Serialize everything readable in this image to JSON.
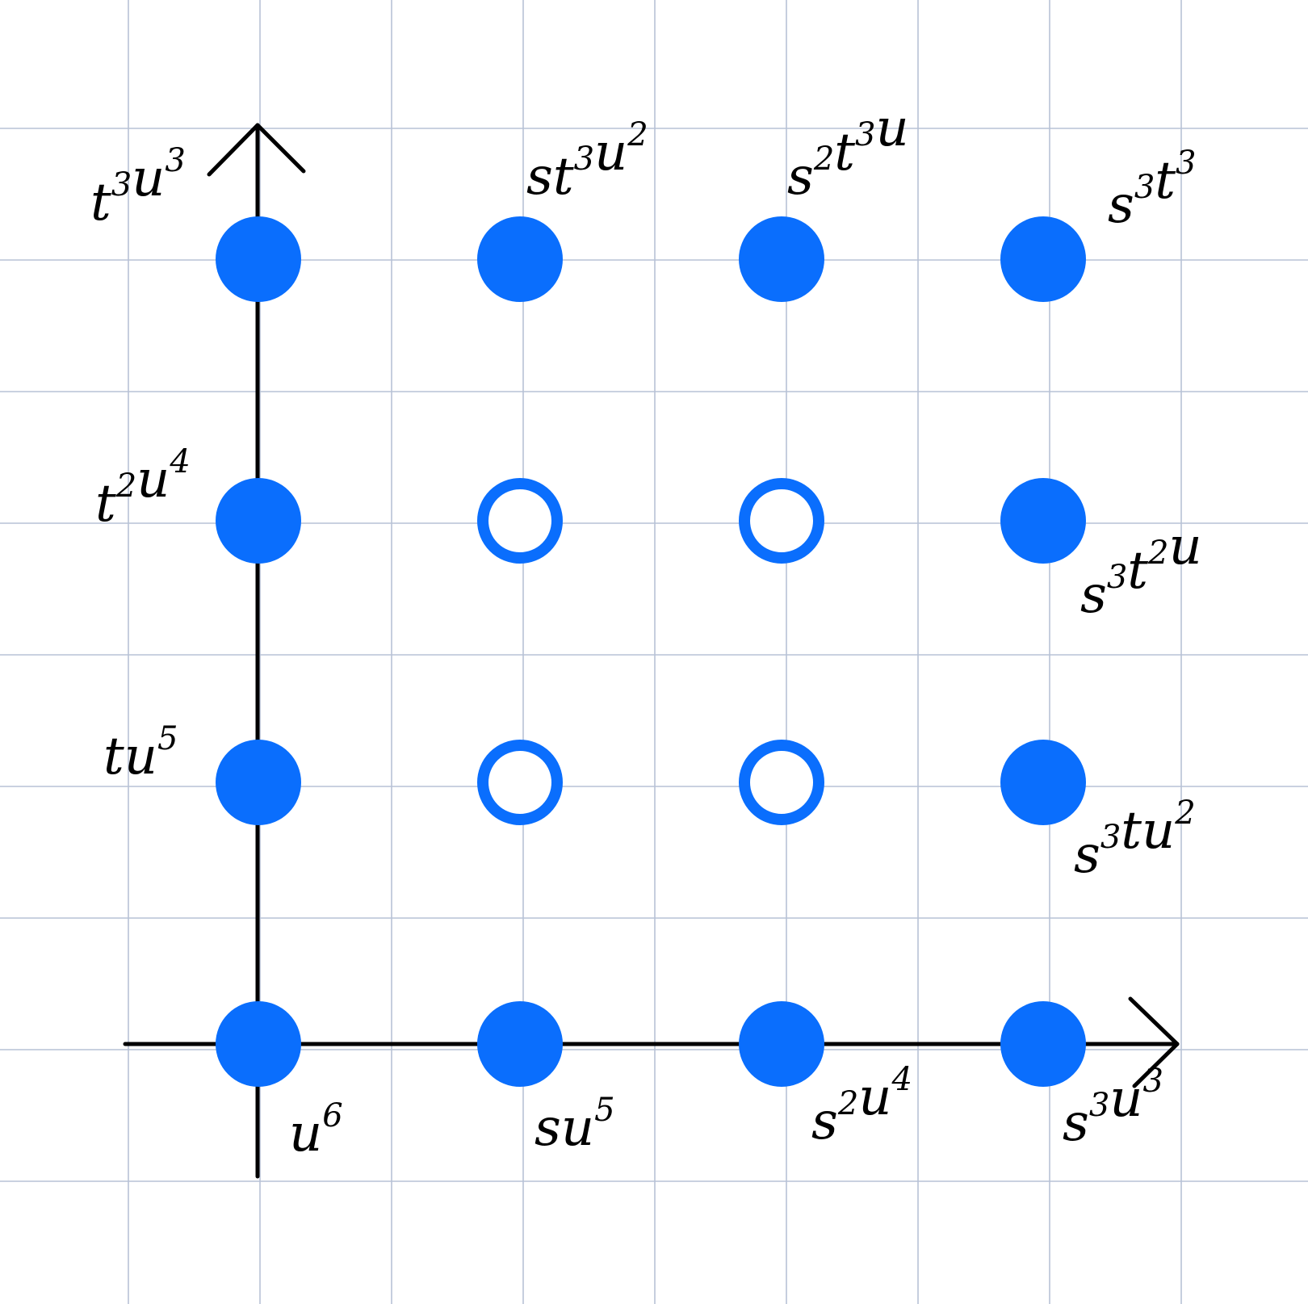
{
  "colors": {
    "dot": "#0a6efd",
    "grid": "#b7c2d6",
    "axis": "#000000",
    "background": "#ffffff"
  },
  "lattice": {
    "points": [
      {
        "s": 0,
        "t": 0,
        "filled": true,
        "label": [
          [
            "u",
            ""
          ],
          [
            "",
            "6"
          ]
        ]
      },
      {
        "s": 1,
        "t": 0,
        "filled": true,
        "label": [
          [
            "su",
            ""
          ],
          [
            "",
            "5"
          ]
        ]
      },
      {
        "s": 2,
        "t": 0,
        "filled": true,
        "label": [
          [
            "s",
            ""
          ],
          [
            "",
            "2"
          ],
          [
            "u",
            ""
          ],
          [
            "",
            "4"
          ]
        ]
      },
      {
        "s": 3,
        "t": 0,
        "filled": true,
        "label": [
          [
            "s",
            ""
          ],
          [
            "",
            "3"
          ],
          [
            "u",
            ""
          ],
          [
            "",
            "3"
          ]
        ]
      },
      {
        "s": 0,
        "t": 1,
        "filled": true,
        "label": [
          [
            "tu",
            ""
          ],
          [
            "",
            "5"
          ]
        ]
      },
      {
        "s": 1,
        "t": 1,
        "filled": false,
        "label": []
      },
      {
        "s": 2,
        "t": 1,
        "filled": false,
        "label": []
      },
      {
        "s": 3,
        "t": 1,
        "filled": true,
        "label": [
          [
            "s",
            ""
          ],
          [
            "",
            "3"
          ],
          [
            "tu",
            ""
          ],
          [
            "",
            "2"
          ]
        ]
      },
      {
        "s": 0,
        "t": 2,
        "filled": true,
        "label": [
          [
            "t",
            ""
          ],
          [
            "",
            "2"
          ],
          [
            "u",
            ""
          ],
          [
            "",
            "4"
          ]
        ]
      },
      {
        "s": 1,
        "t": 2,
        "filled": false,
        "label": []
      },
      {
        "s": 2,
        "t": 2,
        "filled": false,
        "label": []
      },
      {
        "s": 3,
        "t": 2,
        "filled": true,
        "label": [
          [
            "s",
            ""
          ],
          [
            "",
            "3"
          ],
          [
            "t",
            ""
          ],
          [
            "",
            "2"
          ],
          [
            "u",
            ""
          ]
        ]
      },
      {
        "s": 0,
        "t": 3,
        "filled": true,
        "label": [
          [
            "t",
            ""
          ],
          [
            "",
            "3"
          ],
          [
            "u",
            ""
          ],
          [
            "",
            "3"
          ]
        ]
      },
      {
        "s": 1,
        "t": 3,
        "filled": true,
        "label": [
          [
            "st",
            ""
          ],
          [
            "",
            "3"
          ],
          [
            "u",
            ""
          ],
          [
            "",
            "2"
          ]
        ]
      },
      {
        "s": 2,
        "t": 3,
        "filled": true,
        "label": [
          [
            "s",
            ""
          ],
          [
            "",
            "2"
          ],
          [
            "t",
            ""
          ],
          [
            "",
            "3"
          ],
          [
            "u",
            ""
          ]
        ]
      },
      {
        "s": 3,
        "t": 3,
        "filled": true,
        "label": [
          [
            "s",
            ""
          ],
          [
            "",
            "3"
          ],
          [
            "t",
            ""
          ],
          [
            "",
            "3"
          ]
        ]
      }
    ]
  }
}
